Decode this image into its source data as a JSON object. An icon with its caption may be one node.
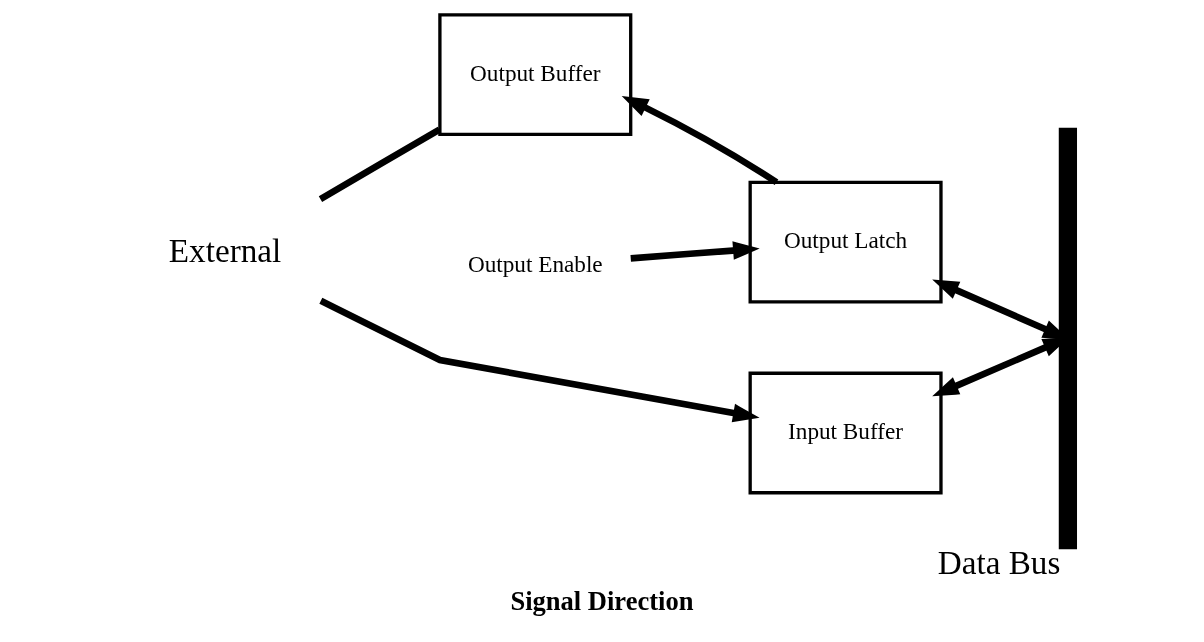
{
  "diagram": {
    "caption": "Signal Direction",
    "nodes": [
      {
        "text": [
          "External"
        ]
      },
      {
        "text": [
          "Output Buffer"
        ]
      },
      {
        "text": [
          "Output Latch"
        ]
      },
      {
        "text": [
          "Input Buffer"
        ]
      },
      {
        "text": [],
        "shape": "bar",
        "beside": [
          "Data Bus"
        ]
      },
      {
        "text": [
          "Output Enable"
        ]
      }
    ],
    "edges": [
      {
        "from": 0,
        "to": 1,
        "arrow": "none"
      },
      {
        "from": 2,
        "to": 1,
        "arrow": "to"
      },
      {
        "from": 2,
        "to": 4,
        "arrow": "both"
      },
      {
        "from": 3,
        "to": 4,
        "arrow": "both"
      },
      {
        "from": 0,
        "to": 3,
        "arrow": "to"
      },
      {
        "from": 5,
        "to": 2,
        "arrow": "to"
      }
    ]
  }
}
